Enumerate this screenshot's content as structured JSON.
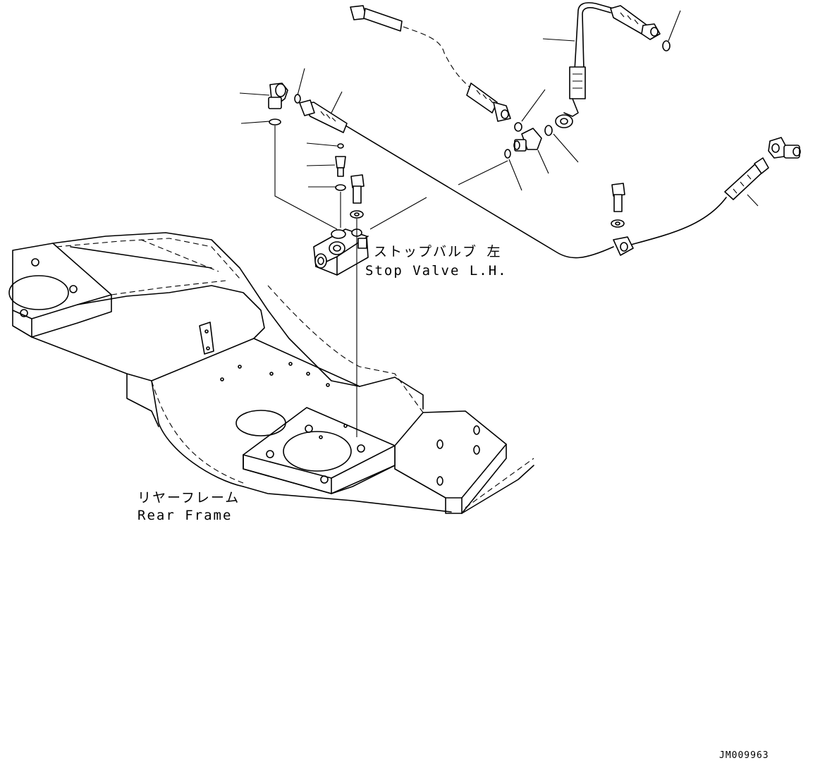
{
  "labels": {
    "stop_valve_jp": "ストップバルブ 左",
    "stop_valve_en": "Stop Valve L.H.",
    "rear_frame_jp": "リヤーフレーム",
    "rear_frame_en": "Rear Frame",
    "drawing_code": "JM009963"
  },
  "colors": {
    "ink": "#000000",
    "paper": "#ffffff"
  }
}
